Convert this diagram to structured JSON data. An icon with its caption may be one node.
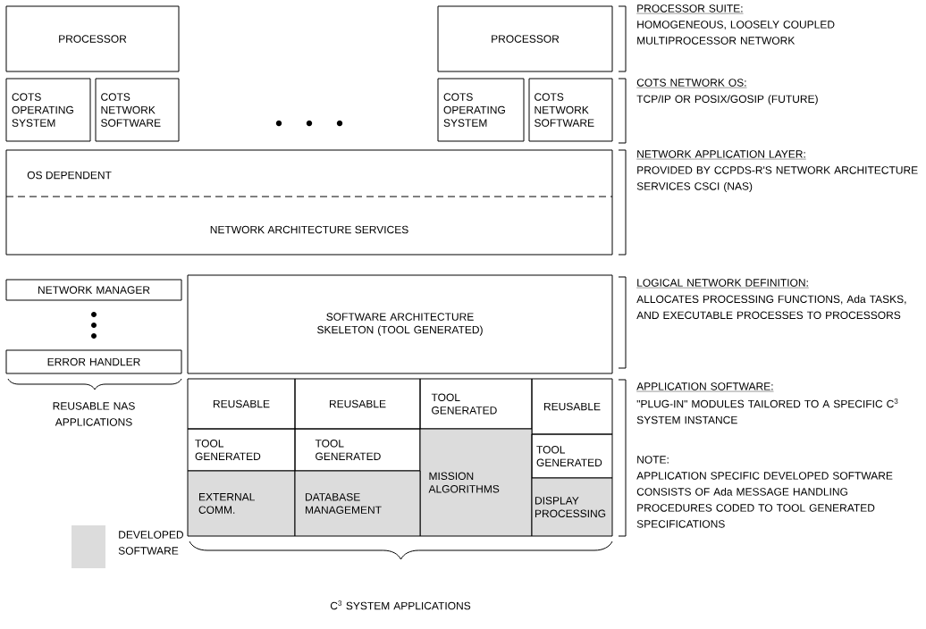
{
  "diagram": {
    "nodes": [
      {
        "text": [
          "PROCESSOR"
        ]
      },
      {
        "text": [
          "COTS OPERATING SYSTEM"
        ]
      },
      {
        "text": [
          "COTS NETWORK SOFTWARE"
        ]
      },
      {
        "text": [
          "PROCESSOR"
        ]
      },
      {
        "text": [
          "COTS OPERATING SYSTEM"
        ]
      },
      {
        "text": [
          "COTS NETWORK SOFTWARE"
        ]
      },
      {
        "text": [
          "OS DEPENDENT",
          "NETWORK ARCHITECTURE SERVICES"
        ]
      },
      {
        "text": [
          "NETWORK MANAGER"
        ]
      },
      {
        "text": [
          "ERROR HANDLER"
        ]
      },
      {
        "text": [
          "SOFTWARE ARCHITECTURE SKELETON (TOOL GENERATED)"
        ]
      },
      {
        "text": [
          "REUSABLE"
        ]
      },
      {
        "text": [
          "REUSABLE"
        ]
      },
      {
        "text": [
          "TOOL GENERATED"
        ]
      },
      {
        "text": [
          "REUSABLE"
        ]
      },
      {
        "text": [
          "TOOL GENERATED"
        ]
      },
      {
        "text": [
          "TOOL GENERATED"
        ]
      },
      {
        "text": [
          "MISSION ALGORITHMS"
        ]
      },
      {
        "text": [
          "TOOL GENERATED"
        ]
      },
      {
        "text": [
          "EXTERNAL COMM."
        ]
      },
      {
        "text": [
          "DATABASE MANAGEMENT"
        ]
      },
      {
        "text": [
          "DISPLAY PROCESSING"
        ]
      }
    ],
    "labels": [
      "PROCESSOR SUITE:",
      "HOMOGENEOUS, LOOSELY COUPLED MULTIPROCESSOR NETWORK",
      "COTS NETWORK OS:",
      "TCP/IP OR POSIX/GOSIP (FUTURE)",
      "NETWORK APPLICATION LAYER:",
      "PROVIDED BY CCPDS-R'S NETWORK ARCHITECTURE SERVICES CSCI (NAS)",
      "LOGICAL NETWORK DEFINITION:",
      "ALLOCATES PROCESSING FUNCTIONS, Ada TASKS, AND EXECUTABLE PROCESSES TO PROCESSORS",
      "APPLICATION SOFTWARE:",
      "\"PLUG-IN\" MODULES TAILORED TO A SPECIFIC C$^{3}$ SYSTEM INSTANCE",
      "NOTE:",
      "APPLICATION SPECIFIC DEVELOPED SOFTWARE CONSISTS OF Ada MESSAGE HANDLING PROCEDURES CODED TO TOOL GENERATED SPECIFICATIONS",
      "REUSABLE NAS APPLICATIONS",
      "C$^{3}$ SYSTEM APPLICATIONS"
    ],
    "legend": [
      {
        "text": "DEVELOPED SOFTWARE",
        "color": "#dcdcdc"
      }
    ]
  }
}
